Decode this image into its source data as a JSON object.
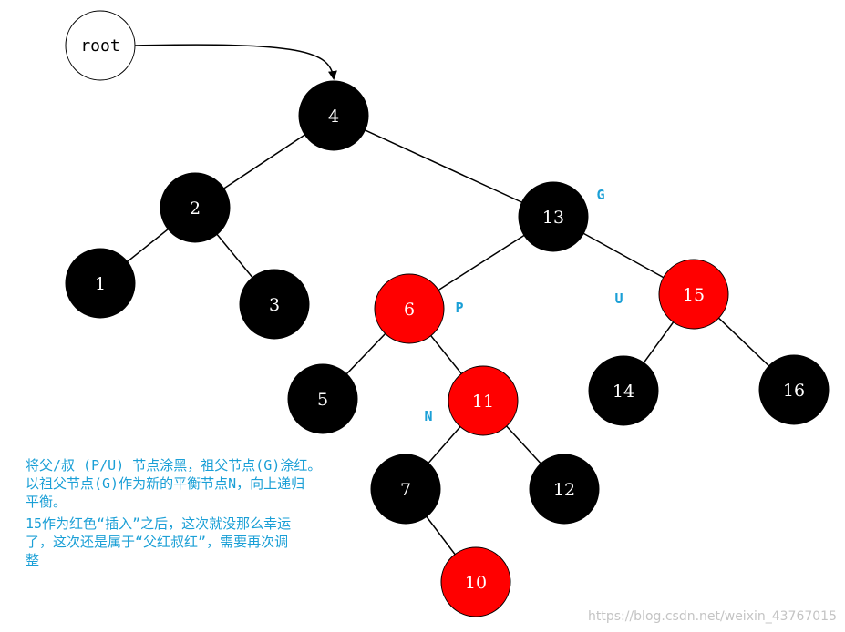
{
  "root_label": "root",
  "colors": {
    "black_node": "#000000",
    "red_node": "#ff0000",
    "accent": "#1a9fd6"
  },
  "nodes": [
    {
      "id": "n4",
      "label": "4",
      "color": "black"
    },
    {
      "id": "n2",
      "label": "2",
      "color": "black"
    },
    {
      "id": "n1",
      "label": "1",
      "color": "black"
    },
    {
      "id": "n3",
      "label": "3",
      "color": "black"
    },
    {
      "id": "n13",
      "label": "13",
      "color": "black"
    },
    {
      "id": "n6",
      "label": "6",
      "color": "red"
    },
    {
      "id": "n15",
      "label": "15",
      "color": "red"
    },
    {
      "id": "n5",
      "label": "5",
      "color": "black"
    },
    {
      "id": "n11",
      "label": "11",
      "color": "red"
    },
    {
      "id": "n14",
      "label": "14",
      "color": "black"
    },
    {
      "id": "n16",
      "label": "16",
      "color": "black"
    },
    {
      "id": "n7",
      "label": "7",
      "color": "black"
    },
    {
      "id": "n12",
      "label": "12",
      "color": "black"
    },
    {
      "id": "n10",
      "label": "10",
      "color": "red"
    }
  ],
  "edges": [
    [
      "n4",
      "n2"
    ],
    [
      "n4",
      "n13"
    ],
    [
      "n2",
      "n1"
    ],
    [
      "n2",
      "n3"
    ],
    [
      "n13",
      "n6"
    ],
    [
      "n13",
      "n15"
    ],
    [
      "n6",
      "n5"
    ],
    [
      "n6",
      "n11"
    ],
    [
      "n15",
      "n14"
    ],
    [
      "n15",
      "n16"
    ],
    [
      "n11",
      "n7"
    ],
    [
      "n11",
      "n12"
    ],
    [
      "n7",
      "n10"
    ]
  ],
  "tags": {
    "g": "G",
    "p": "P",
    "u": "U",
    "n": "N"
  },
  "note_lines": [
    "将父/叔 (P/U) 节点涂黑，祖父节点(G)涂红。",
    "以祖父节点(G)作为新的平衡节点N，向上递归",
    "平衡。",
    "15作为红色“插入”之后，这次就没那么幸运",
    "了，这次还是属于“父红叔红”，需要再次调",
    "整"
  ],
  "watermark": "https://blog.csdn.net/weixin_43767015"
}
